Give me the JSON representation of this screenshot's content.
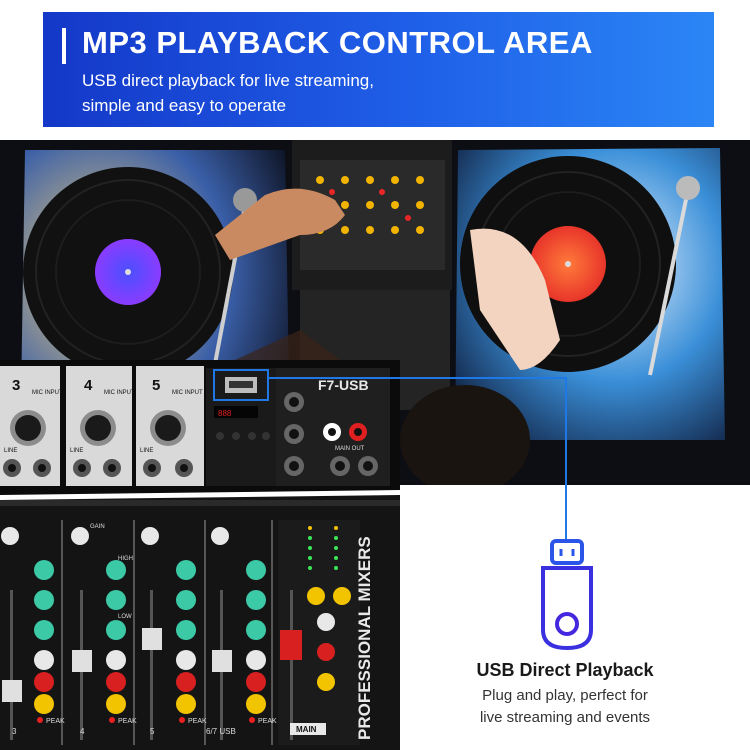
{
  "banner": {
    "title": "MP3 PLAYBACK CONTROL AREA",
    "subtitle_line1": "USB direct playback for live streaming,",
    "subtitle_line2": "simple and easy to operate"
  },
  "mixer": {
    "model": "F7-USB",
    "brand_vertical": "PROFESSIONAL MIXERS",
    "channels": [
      "3",
      "4",
      "5"
    ],
    "channel_bottom": [
      "3",
      "4",
      "5",
      "6/7 USB"
    ],
    "mic_input_label": "MIC INPUT",
    "line_label": "LINE",
    "peak_label": "PEAK",
    "main_label": "MAIN",
    "main_out_label": "MAIN OUT",
    "gain_label": "GAIN",
    "high_label": "HIGH",
    "low_label": "LOW"
  },
  "callout": {
    "title": "USB Direct Playback",
    "desc_line1": "Plug and play, perfect for",
    "desc_line2": "live streaming and events"
  },
  "colors": {
    "banner_start": "#1438c8",
    "banner_end": "#2b86f5",
    "callout_line": "#1e78e6",
    "knob_teal": "#3cc9a6",
    "knob_red": "#d82020",
    "knob_yellow": "#f2c400"
  },
  "icons": {
    "usb_drive": "usb-drive-icon"
  }
}
